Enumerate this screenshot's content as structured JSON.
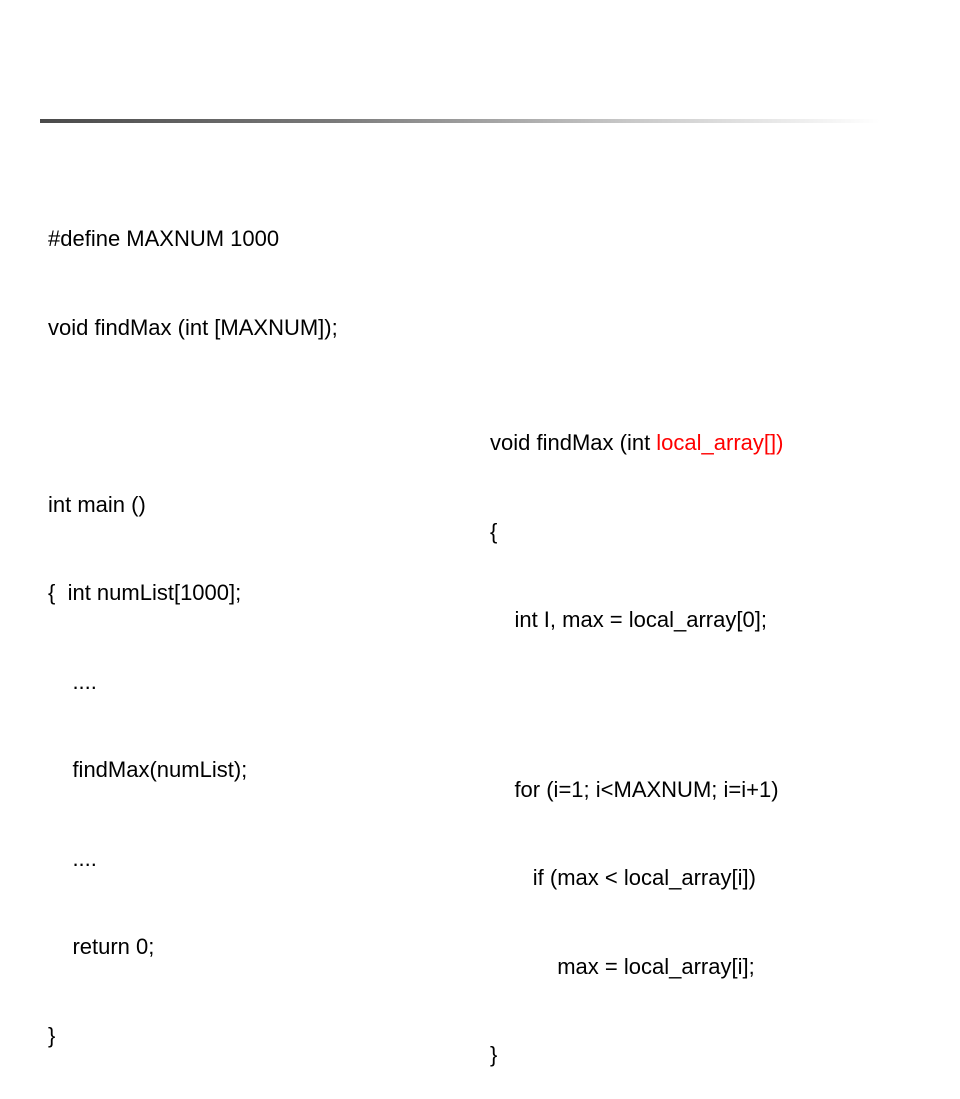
{
  "left_code": {
    "lines": [
      "#define MAXNUM 1000",
      "void findMax (int [MAXNUM]);",
      "",
      "int main ()",
      "{  int numList[1000];",
      "    ....",
      "    findMax(numList);",
      "    ....",
      "    return 0;",
      "}"
    ]
  },
  "right_code": {
    "signature_prefix": "void findMax (int ",
    "signature_param": "local_array[])",
    "lines": [
      "{",
      "    int I, max = local_array[0];",
      "    for (i=1; i<MAXNUM; i=i+1)",
      "       if (max < local_array[i])",
      "           max = local_array[i];",
      "}"
    ]
  },
  "colors": {
    "text": "#000000",
    "highlight": "#ff0000",
    "background": "#ffffff"
  }
}
